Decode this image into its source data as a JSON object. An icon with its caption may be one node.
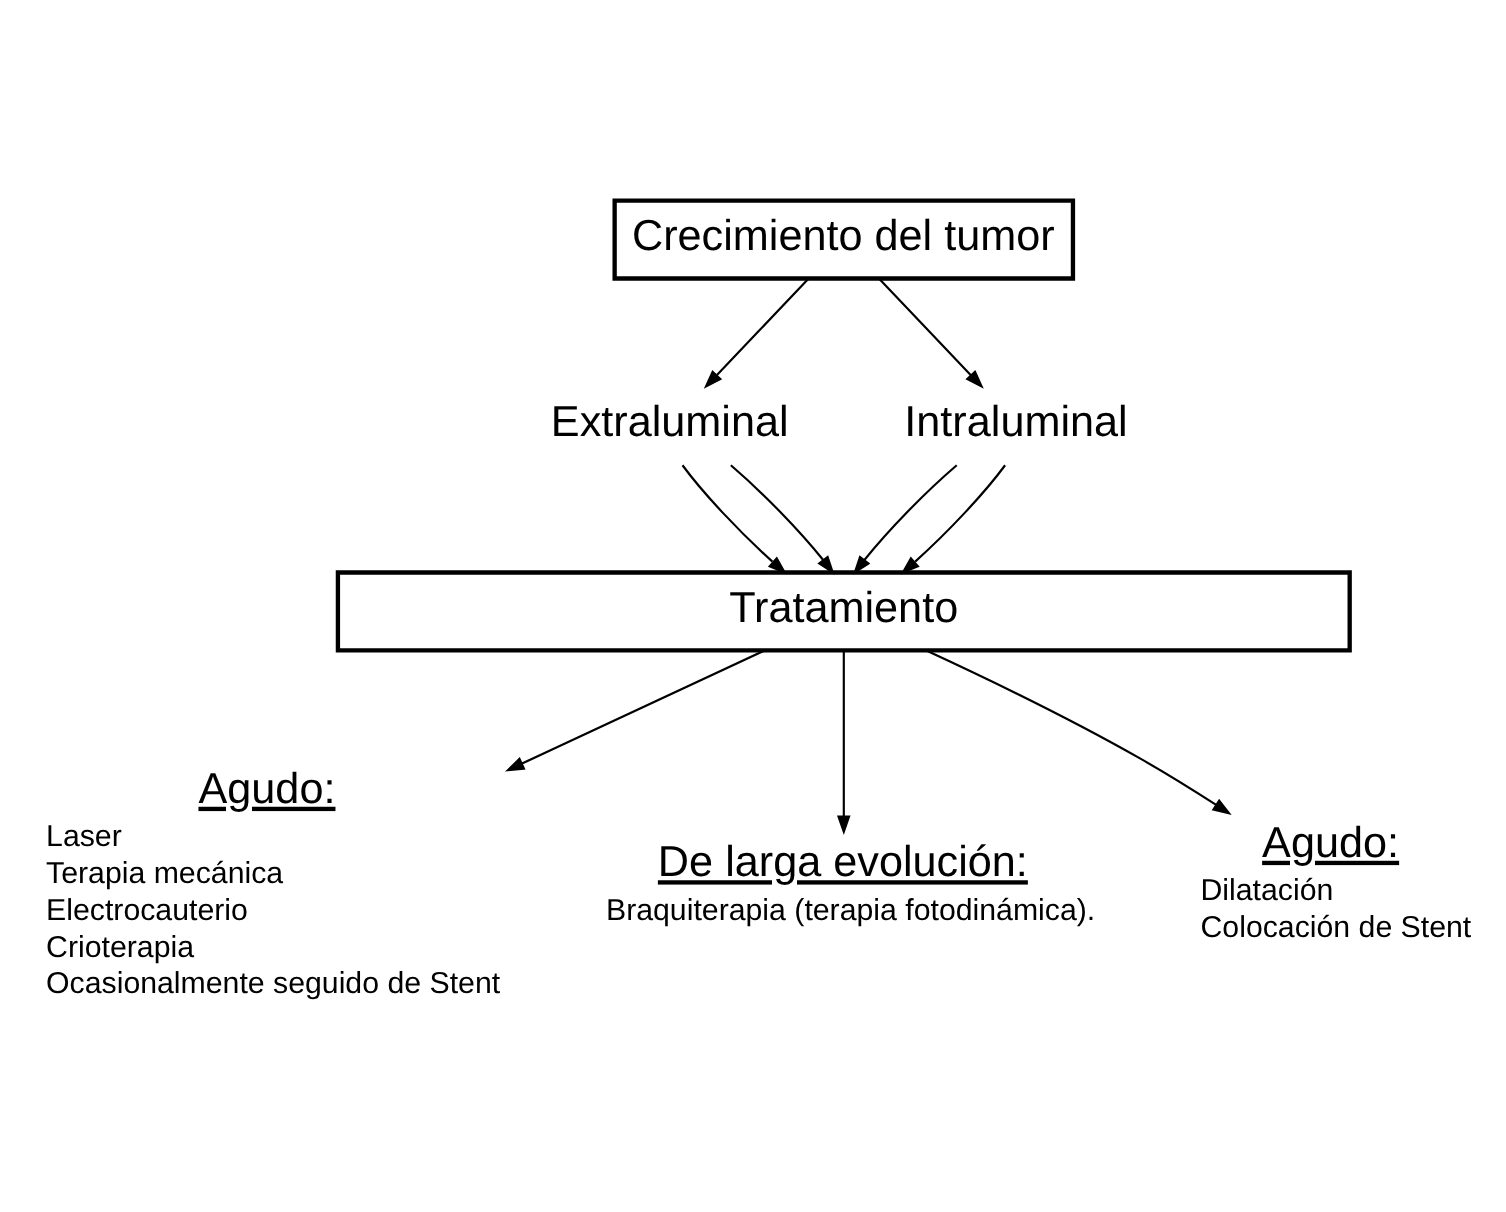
{
  "diagram": {
    "nodes": [
      {
        "text": [
          "Crecimiento del tumor"
        ]
      },
      {
        "text": [
          "Extraluminal"
        ]
      },
      {
        "text": [
          "Intraluminal"
        ]
      },
      {
        "text": [
          "Tratamiento"
        ]
      },
      {
        "text": [
          "Agudo:",
          "Laser",
          "Terapia mecánica",
          "Electrocauterio",
          "Crioterapia",
          "Ocasionalmente seguido de Stent"
        ]
      },
      {
        "text": [
          "De larga evolución:",
          "Braquiterapia (terapia fotodinámica)."
        ]
      },
      {
        "text": [
          "Agudo:",
          "Dilatación",
          "Colocación de Stent"
        ]
      }
    ],
    "edges": [
      {
        "from": 0,
        "to": 1,
        "arrow": "to"
      },
      {
        "from": 0,
        "to": 2,
        "arrow": "to"
      },
      {
        "from": 1,
        "to": 3,
        "arrow": "to"
      },
      {
        "from": 1,
        "to": 3,
        "arrow": "to"
      },
      {
        "from": 2,
        "to": 3,
        "arrow": "to"
      },
      {
        "from": 2,
        "to": 3,
        "arrow": "to"
      },
      {
        "from": 3,
        "to": 4,
        "arrow": "to"
      },
      {
        "from": 3,
        "to": 5,
        "arrow": "to"
      },
      {
        "from": 3,
        "to": 6,
        "arrow": "to"
      }
    ]
  }
}
